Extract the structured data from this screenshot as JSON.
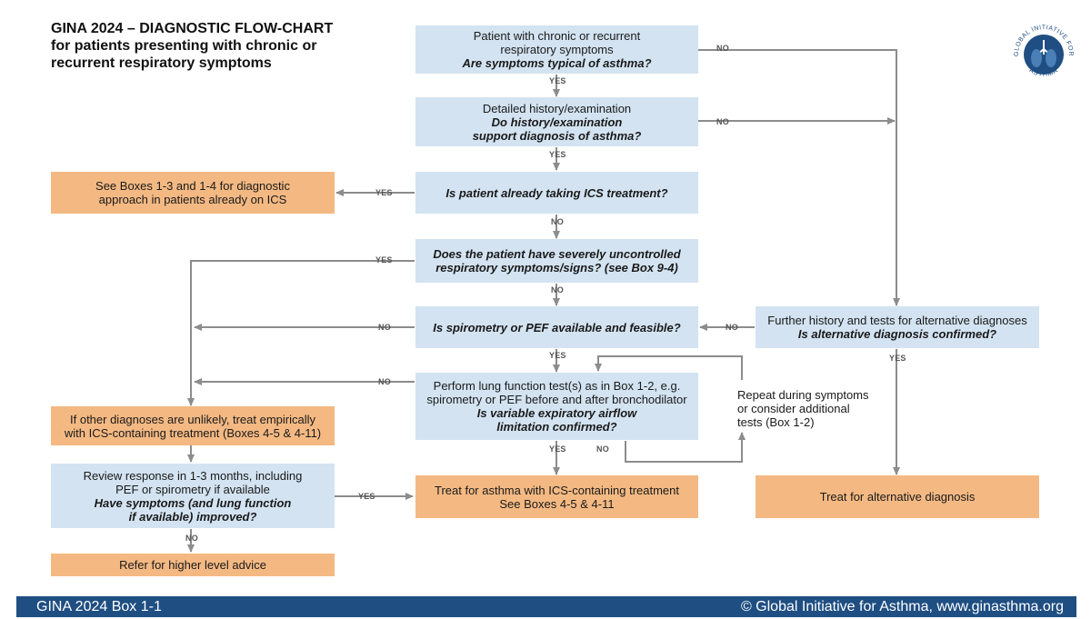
{
  "title": {
    "line1": "GINA 2024 – DIAGNOSTIC FLOW-CHART",
    "line2": "for patients presenting with chronic or",
    "line3": "recurrent respiratory symptoms"
  },
  "logo": {
    "text_top": "GLOBAL INITIATIVE FOR",
    "text_bottom": "ASTHMA",
    "icon": "lungs-globe-icon"
  },
  "nodes": {
    "n1": {
      "line1": "Patient with chronic or recurrent",
      "line2": "respiratory symptoms",
      "question": "Are symptoms typical of asthma?"
    },
    "n2": {
      "line1": "Detailed history/examination",
      "question1": "Do history/examination",
      "question2": "support diagnosis of asthma?"
    },
    "n3": {
      "question": "Is patient already taking ICS treatment?"
    },
    "n3b": {
      "line1": "See Boxes 1-3 and 1-4 for diagnostic",
      "line2": "approach in patients already on ICS"
    },
    "n4": {
      "question1": "Does the patient have severely uncontrolled",
      "question2": "respiratory symptoms/signs? (see Box 9-4)"
    },
    "n5": {
      "question": "Is spirometry or PEF available and feasible?"
    },
    "n6": {
      "line1": "Perform lung function test(s) as in Box 1-2, e.g.",
      "line2": "spirometry or PEF before and after bronchodilator",
      "question1": "Is variable expiratory airflow",
      "question2": "limitation confirmed?"
    },
    "n7": {
      "line1": "Treat for asthma with ICS-containing treatment",
      "line2": "See Boxes 4-5 & 4-11"
    },
    "n8": {
      "line1": "If other diagnoses are unlikely, treat empirically",
      "line2": "with ICS-containing treatment (Boxes 4-5 & 4-11)"
    },
    "n9": {
      "line1": "Review response in 1-3 months, including",
      "line2": "PEF or spirometry if available",
      "question1": "Have symptoms (and lung function",
      "question2": "if available) improved?"
    },
    "n10": {
      "line1": "Refer for higher level advice"
    },
    "alt": {
      "line1": "Further history and tests for alternative diagnoses",
      "question": "Is alternative diagnosis confirmed?"
    },
    "altTreat": {
      "line1": "Treat for alternative diagnosis"
    }
  },
  "repeat_note": {
    "line1": "Repeat during symptoms",
    "line2": "or consider additional",
    "line3": "tests (Box 1-2)"
  },
  "labels": {
    "yes": "YES",
    "no": "NO"
  },
  "footer": {
    "left": "GINA 2024 Box 1-1",
    "right": "© Global Initiative for Asthma, www.ginasthma.org"
  },
  "colors": {
    "question_box": "#d3e3f1",
    "action_box": "#f4b983",
    "footer_bar": "#1f4e82",
    "arrow": "#8c8c8c"
  }
}
